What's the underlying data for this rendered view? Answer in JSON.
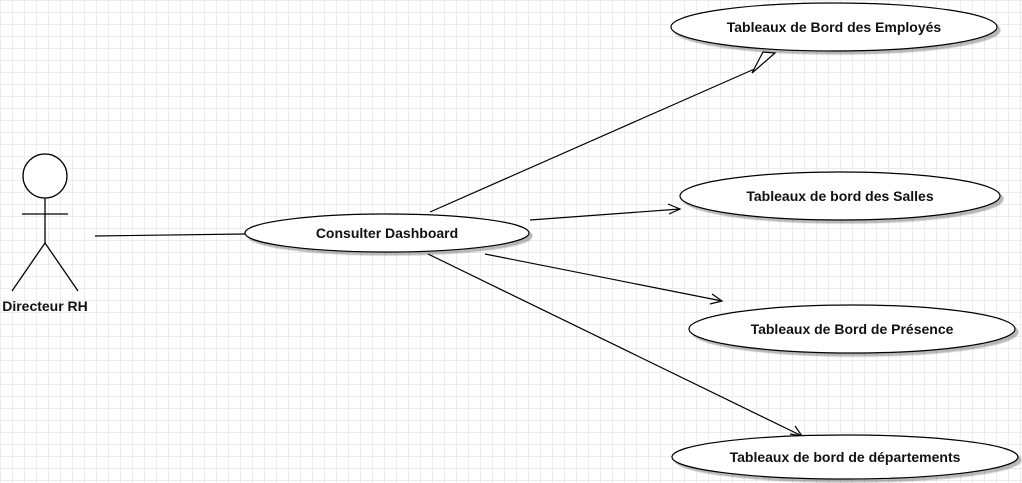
{
  "actor": {
    "name": "Directeur RH"
  },
  "main_use_case": {
    "label": "Consulter Dashboard"
  },
  "use_cases": [
    {
      "label": "Tableaux de Bord des Employés"
    },
    {
      "label": "Tableaux de bord des Salles"
    },
    {
      "label": "Tableaux de Bord de Présence"
    },
    {
      "label": "Tableaux de bord de départements"
    }
  ],
  "colors": {
    "stroke": "#000000",
    "fill": "#ffffff",
    "text": "#111111",
    "grid": "#ececec"
  }
}
